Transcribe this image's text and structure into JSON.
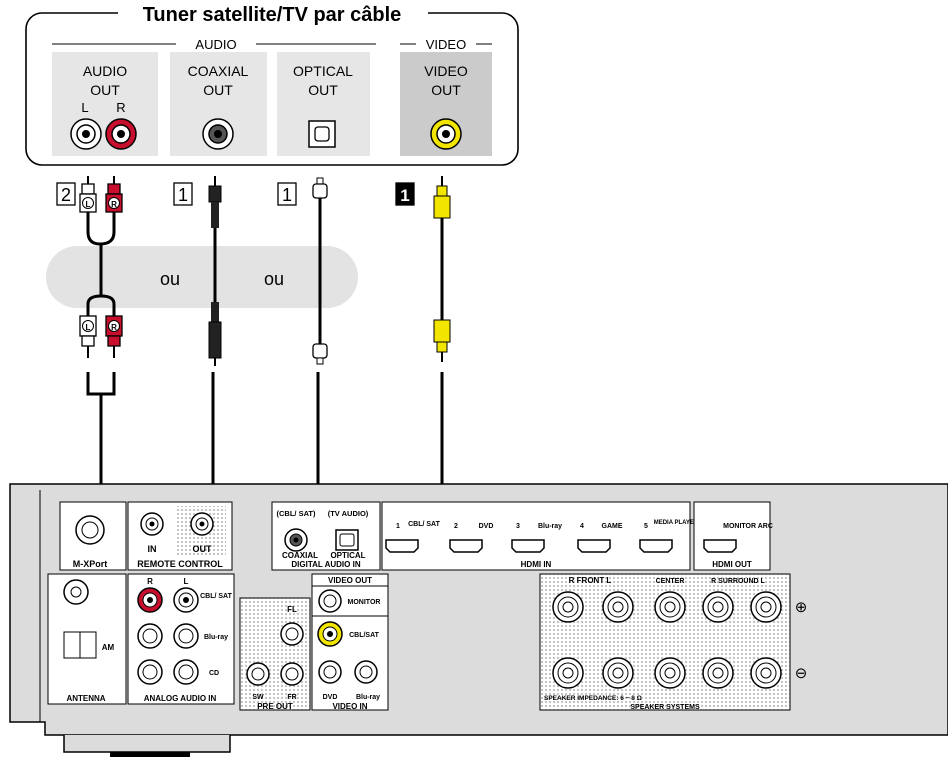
{
  "source_box": {
    "title": "Tuner satellite/TV par câble",
    "audio_group_label": "AUDIO",
    "video_group_label": "VIDEO",
    "outputs": [
      {
        "line1": "AUDIO",
        "line2": "OUT",
        "l": "L",
        "r": "R"
      },
      {
        "line1": "COAXIAL",
        "line2": "OUT"
      },
      {
        "line1": "OPTICAL",
        "line2": "OUT"
      },
      {
        "line1": "VIDEO",
        "line2": "OUT"
      }
    ]
  },
  "cables": {
    "labels": [
      "2",
      "1",
      "1",
      "1"
    ],
    "plug_l": "L",
    "plug_r": "R",
    "or_1": "ou",
    "or_2": "ou"
  },
  "receiver": {
    "mxport": "M-XPort",
    "remote_in": "IN",
    "remote_out": "OUT",
    "remote_control": "REMOTE CONTROL",
    "cbl_sat_coax": "(CBL/ SAT)",
    "tv_audio": "(TV AUDIO)",
    "coaxial": "COAXIAL",
    "optical": "OPTICAL",
    "digital_audio_in": "DIGITAL AUDIO IN",
    "hdmi_inputs": [
      "1",
      "CBL/ SAT",
      "2",
      "DVD",
      "3",
      "Blu-ray",
      "4",
      "GAME",
      "5",
      "MEDIA PLAYER"
    ],
    "hdmi_in": "HDMI IN",
    "monitor_arc": "MONITOR ARC",
    "hdmi_out": "HDMI OUT",
    "am": "AM",
    "antenna": "ANTENNA",
    "analog_r": "R",
    "analog_l": "L",
    "cbl_sat": "CBL/ SAT",
    "bluray": "Blu-ray",
    "cd": "CD",
    "analog_audio_in": "ANALOG AUDIO IN",
    "fl": "FL",
    "sw": "SW",
    "fr": "FR",
    "pre_out": "PRE OUT",
    "video_out": "VIDEO OUT",
    "monitor": "MONITOR",
    "video_cbl_sat": "CBL/SAT",
    "dvd": "DVD",
    "video_bluray": "Blu-ray",
    "video_in": "VIDEO IN",
    "front": "R FRONT L",
    "center": "CENTER",
    "surround": "R SURROUND L",
    "impedance": "SPEAKER IMPEDANCE: 6 ~ 8 Ω",
    "speaker_systems": "SPEAKER SYSTEMS",
    "plus": "⊕",
    "minus": "⊖"
  },
  "colors": {
    "red": "#c8102e",
    "yellow": "#f2e600",
    "panel": "#dcdcdc",
    "pill": "#e3e3e3"
  }
}
